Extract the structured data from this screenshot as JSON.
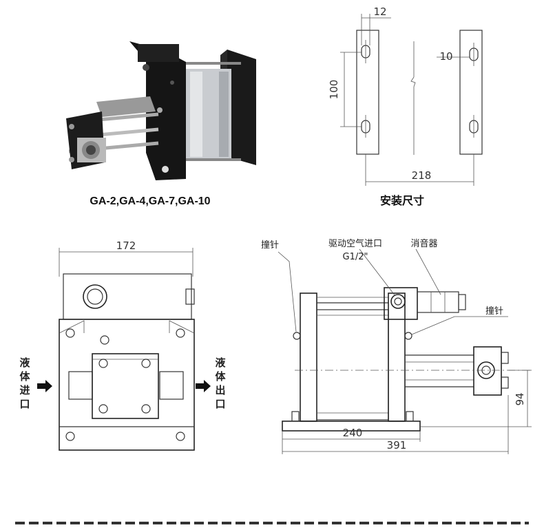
{
  "product_caption": "GA-2,GA-4,GA-7,GA-10",
  "mount_caption": "安装尺寸",
  "mount_dims": {
    "slot_width": "12",
    "slot_offset": "10",
    "slot_spacing": "100",
    "mount_spacing": "218"
  },
  "front_view": {
    "width": "172",
    "inlet_label": "液体进口",
    "outlet_label": "液体出口"
  },
  "side_view": {
    "plunger_left": "撞针",
    "plunger_right": "撞针",
    "drive_air_inlet": "驱动空气进口",
    "drive_air_thread": "G1/2\"",
    "muffler": "消音器",
    "dim_240": "240",
    "dim_391": "391",
    "dim_94": "94"
  }
}
